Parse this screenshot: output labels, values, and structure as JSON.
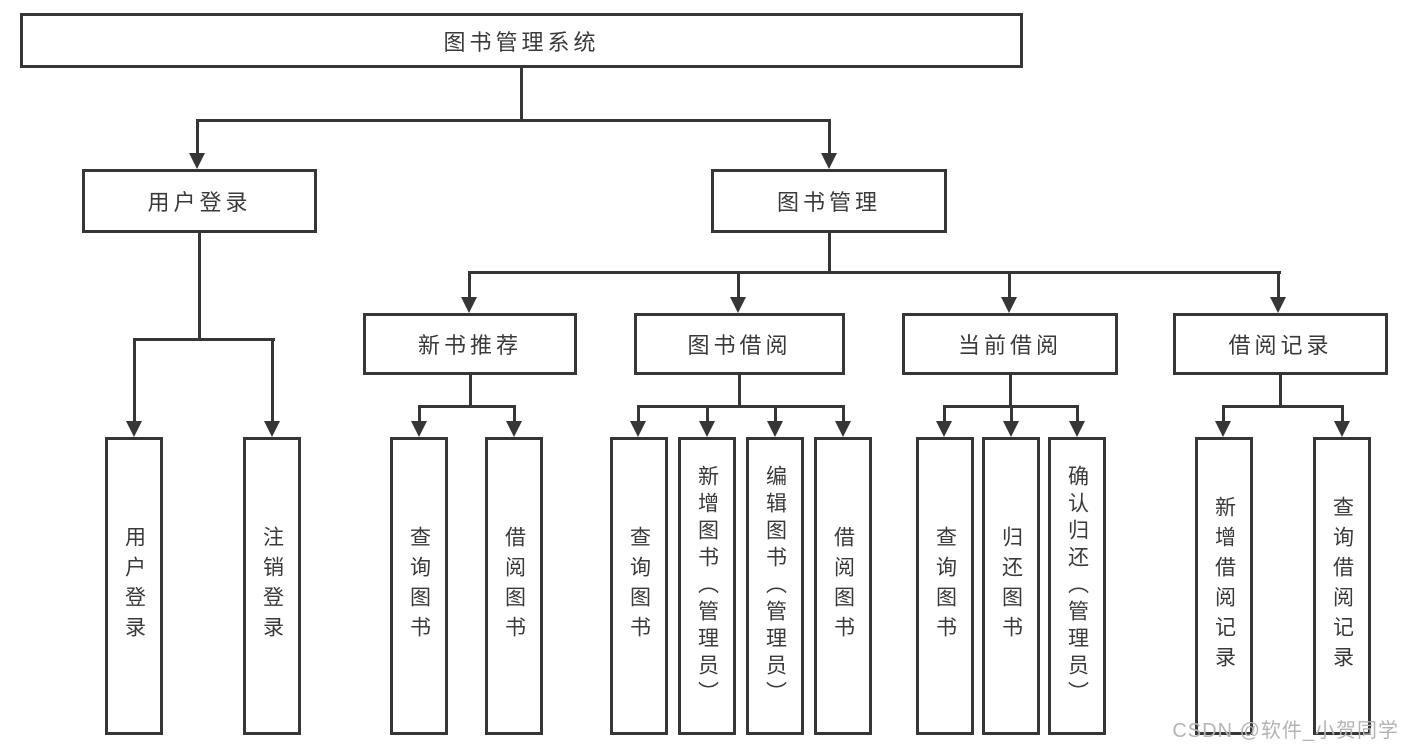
{
  "diagram": {
    "title_node": "图书管理系统",
    "root": {
      "label": "图书管理系统"
    },
    "branches": [
      {
        "label": "用户登录",
        "children": [
          {
            "label": "用户登录"
          },
          {
            "label": "注销登录"
          }
        ]
      },
      {
        "label": "图书管理",
        "children": [
          {
            "label": "新书推荐",
            "children": [
              {
                "label": "查询图书"
              },
              {
                "label": "借阅图书"
              }
            ]
          },
          {
            "label": "图书借阅",
            "children": [
              {
                "label": "查询图书"
              },
              {
                "label": "新增图书（管理员）"
              },
              {
                "label": "编辑图书（管理员）"
              },
              {
                "label": "借阅图书"
              }
            ]
          },
          {
            "label": "当前借阅",
            "children": [
              {
                "label": "查询图书"
              },
              {
                "label": "归还图书"
              },
              {
                "label": "确认归还（管理员）"
              }
            ]
          },
          {
            "label": "借阅记录",
            "children": [
              {
                "label": "新增借阅记录"
              },
              {
                "label": "查询借阅记录"
              }
            ]
          }
        ]
      }
    ]
  },
  "watermark": {
    "text": "CSDN @软件_小贺同学"
  },
  "colors": {
    "line": "#363636",
    "box_border": "#363636",
    "box_fill": "#ffffff",
    "text": "#3a3a3a",
    "background": "#ffffff",
    "watermark": "#b4b4b4"
  }
}
